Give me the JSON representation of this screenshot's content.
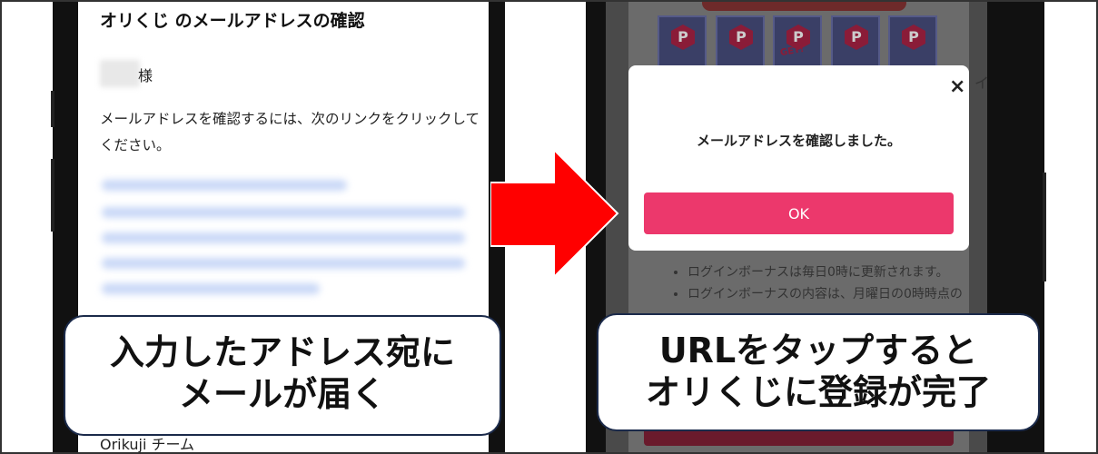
{
  "left_screen": {
    "email_title": "オリくじ のメールアドレスの確認",
    "salutation_suffix": "様",
    "body": "メールアドレスを確認するには、次のリンクをクリックしてください。",
    "footer": "Orikuji チーム",
    "caption_line1": "入力したアドレス宛に",
    "caption_line2": "メールが届く"
  },
  "arrow": {
    "color": "#ff0000"
  },
  "right_screen": {
    "card_icon_label": "P",
    "card_stamp": "GET!",
    "side_text": "イ",
    "bullets": [
      "ログインボーナスは毎日0時に更新されます。",
      "ログインボーナスの内容は、月曜日の0時時点の"
    ],
    "modal": {
      "message": "メールアドレスを確認しました。",
      "ok_label": "OK",
      "close_icon": "×"
    },
    "caption_line1": "URLをタップすると",
    "caption_line2": "オリくじに登録が完了"
  },
  "colors": {
    "ok_button": "#ec386c",
    "caption_border": "#1b2a4a"
  }
}
